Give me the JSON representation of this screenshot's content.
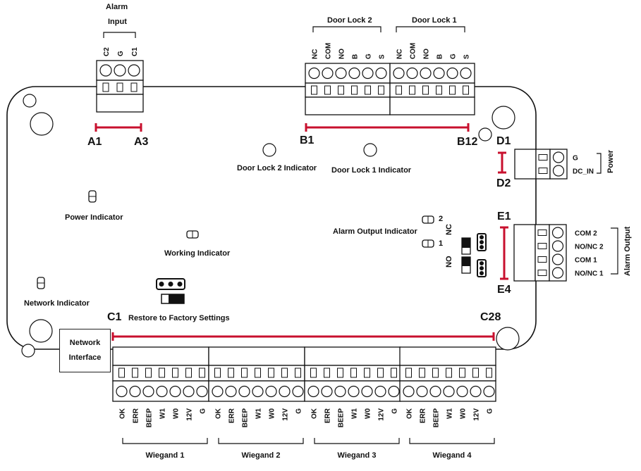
{
  "labels": {
    "alarm_input_1": "Alarm",
    "alarm_input_2": "Input",
    "door_lock_2": "Door Lock 2",
    "door_lock_1": "Door Lock 1",
    "door_lock_2_indicator": "Door Lock 2 Indicator",
    "door_lock_1_indicator": "Door Lock 1 Indicator",
    "power_indicator": "Power Indicator",
    "working_indicator": "Working Indicator",
    "network_indicator": "Network Indicator",
    "alarm_output_indicator": "Alarm Output Indicator",
    "restore": "Restore to Factory Settings",
    "network_interface_1": "Network",
    "network_interface_2": "Interface",
    "power": "Power",
    "alarm_output": "Alarm  Output",
    "nc": "NC",
    "no": "NO",
    "led_2": "2",
    "led_1": "1"
  },
  "codes": {
    "a1": "A1",
    "a3": "A3",
    "b1": "B1",
    "b12": "B12",
    "c1": "C1",
    "c28": "C28",
    "d1": "D1",
    "d2": "D2",
    "e1": "E1",
    "e4": "E4"
  },
  "alarm_input_pins": [
    "C2",
    "G",
    "C1"
  ],
  "door_lock_2_pins": [
    "NC",
    "COM",
    "NO",
    "B",
    "G",
    "S"
  ],
  "door_lock_1_pins": [
    "NC",
    "COM",
    "NO",
    "B",
    "G",
    "S"
  ],
  "power_pins": [
    "G",
    "DC_IN"
  ],
  "alarm_output_pins": [
    "COM 2",
    "NO/NC 2",
    "COM 1",
    "NO/NC 1"
  ],
  "wiegand_groups": [
    {
      "name": "Wiegand 1",
      "pins": [
        "OK",
        "ERR",
        "BEEP",
        "W1",
        "W0",
        "12V",
        "G"
      ]
    },
    {
      "name": "Wiegand 2",
      "pins": [
        "OK",
        "ERR",
        "BEEP",
        "W1",
        "W0",
        "12V",
        "G"
      ]
    },
    {
      "name": "Wiegand 3",
      "pins": [
        "OK",
        "ERR",
        "BEEP",
        "W1",
        "W0",
        "12V",
        "G"
      ]
    },
    {
      "name": "Wiegand 4",
      "pins": [
        "OK",
        "ERR",
        "BEEP",
        "W1",
        "W0",
        "12V",
        "G"
      ]
    }
  ],
  "colors": {
    "marker": "#c8102e",
    "line": "#111111"
  }
}
